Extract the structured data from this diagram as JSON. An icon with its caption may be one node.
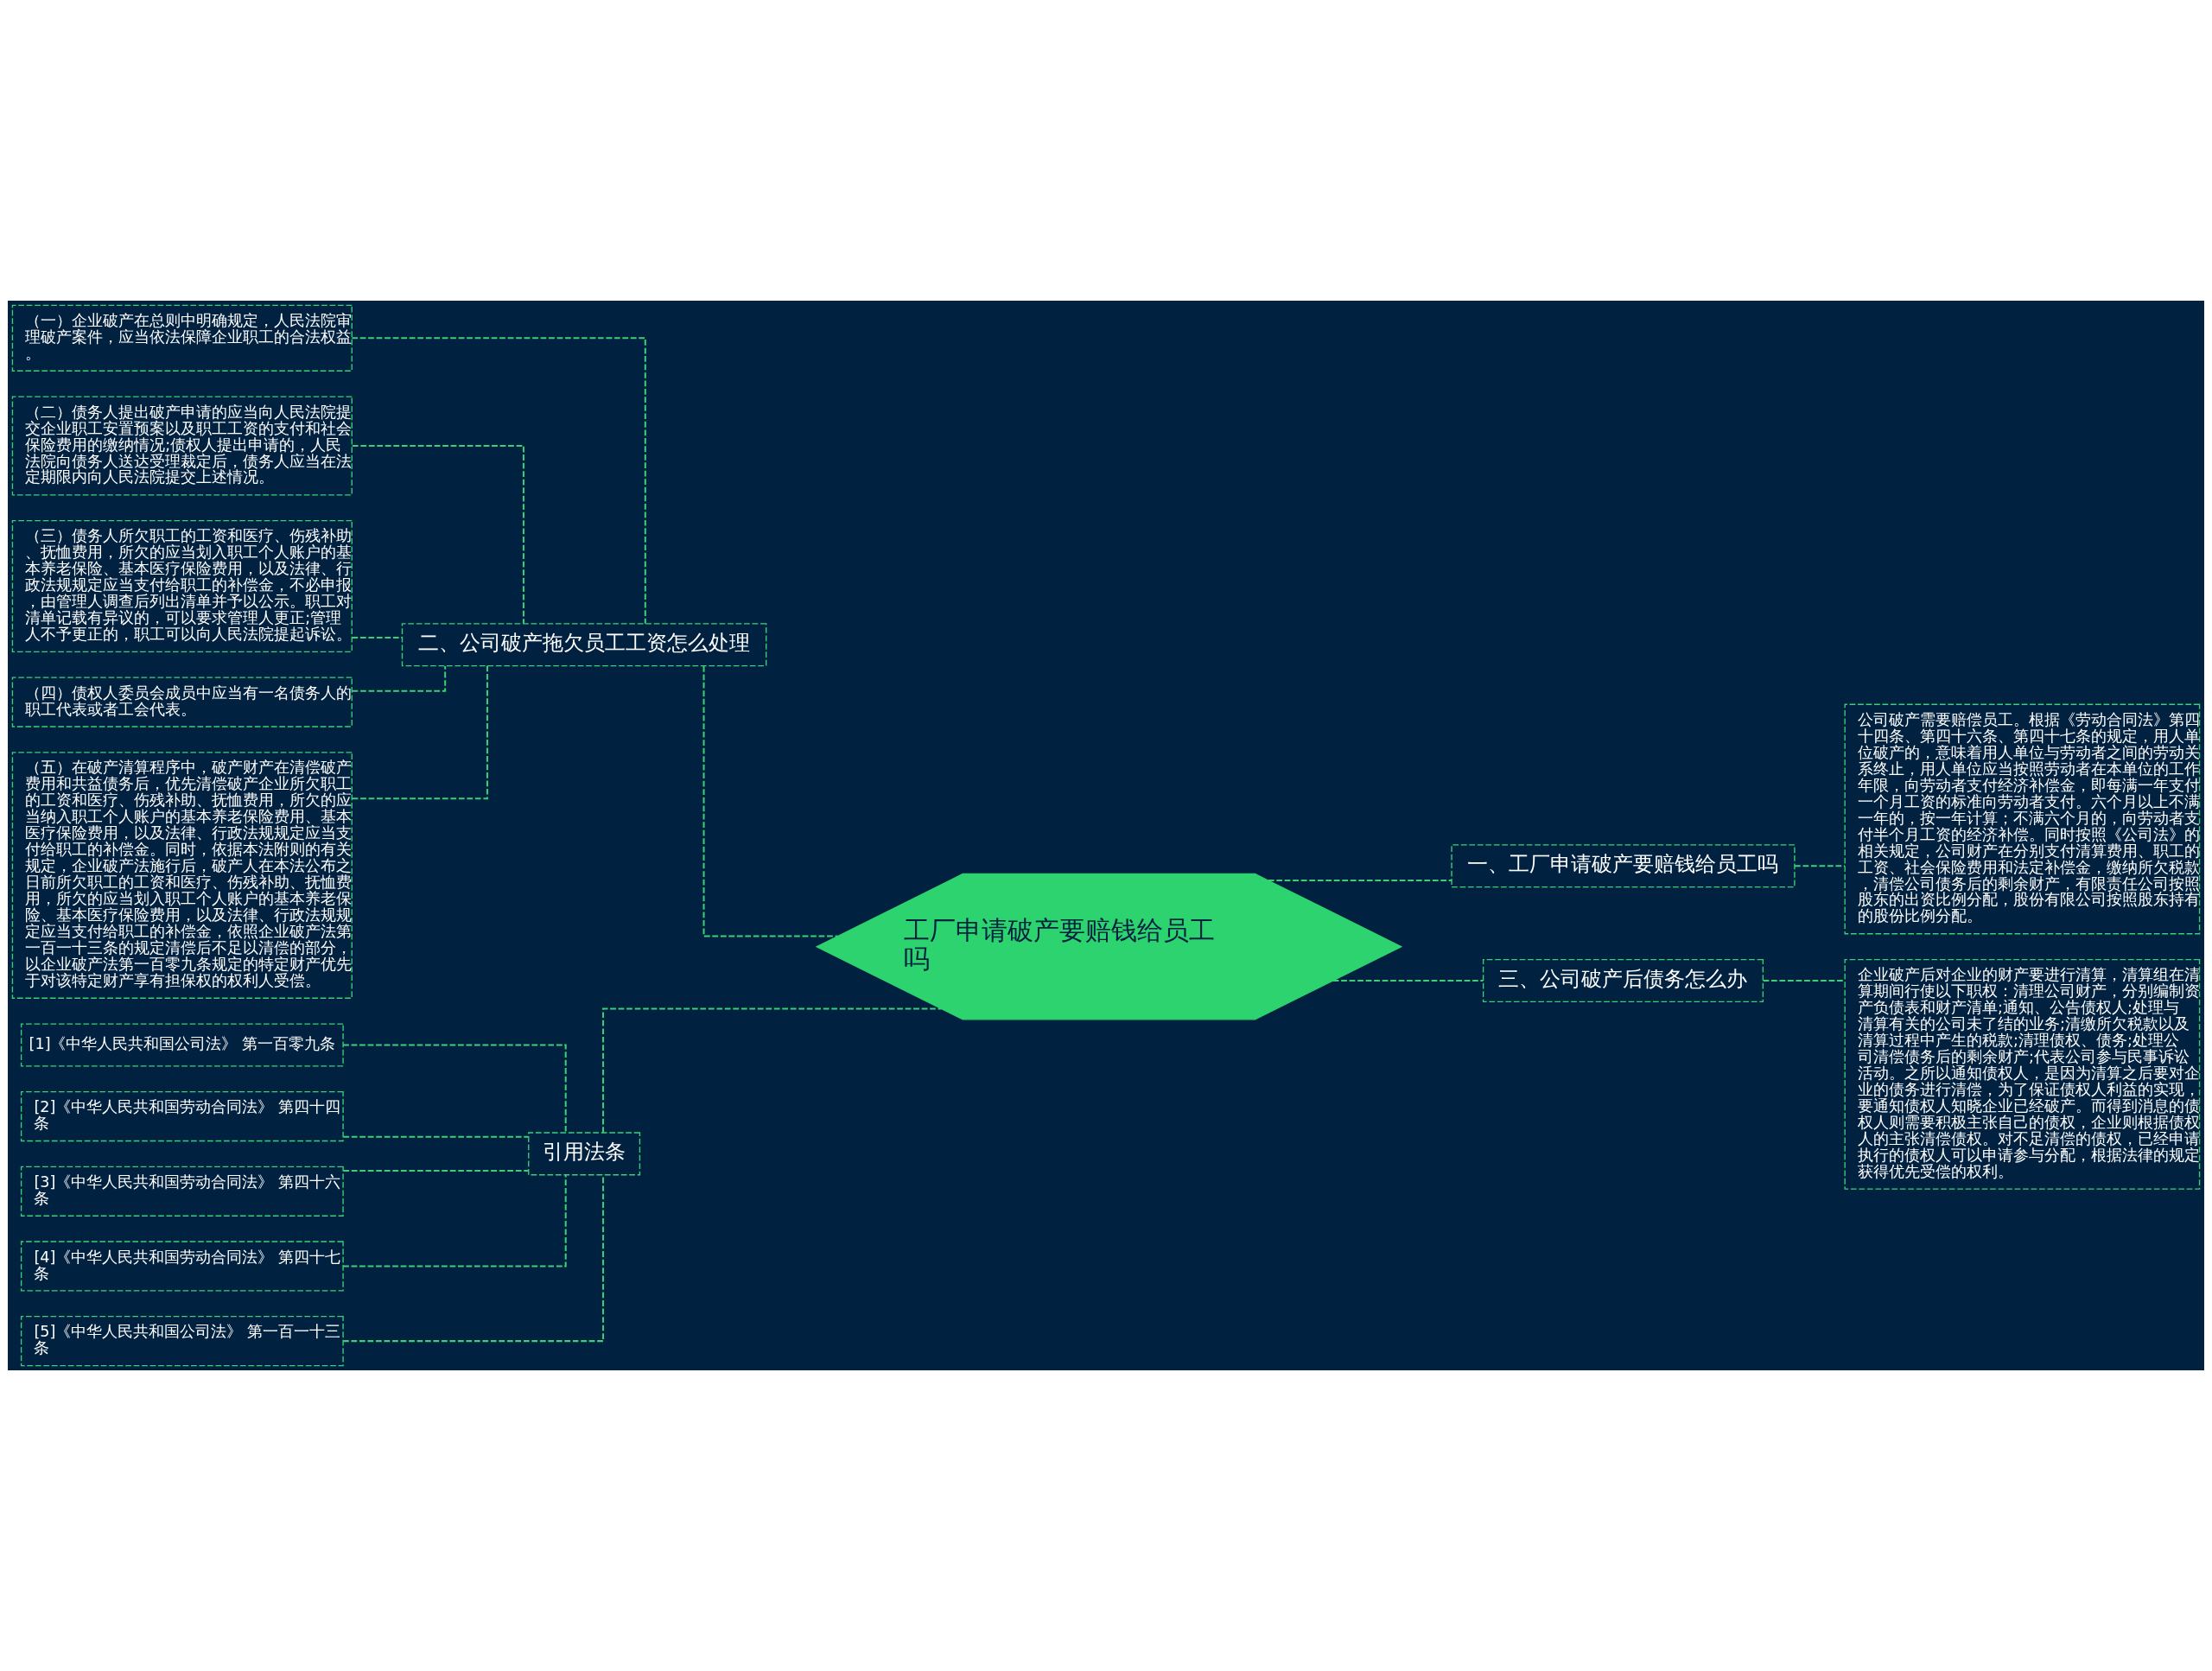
{
  "diagram": {
    "nodes": [
      {
        "text": [
          "工厂申请破产要赔钱给员工吗"
        ]
      },
      {
        "text": [
          "一、工厂申请破产要赔钱给员工吗"
        ]
      },
      {
        "text": [
          "公司破产需要赔偿员工。根据《劳动合同法》第四十四条、第四十六条、第四十七条的规定，用人单位破产的，意味着用人单位与劳动者之间的劳动关系终止，用人单位应当按照劳动者在本单位的工作年限，向劳动者支付经济补偿金，即每满一年支付一个月工资的标准向劳动者支付。六个月以上不满一年的，按一年计算；不满六个月的，向劳动者支付半个月工资的经济补偿。同时按照《公司法》的相关规定，公司财产在分别支付清算费用、职工的工资、社会保险费用和法定补偿金，缴纳所欠税款，清偿公司债务后的剩余财产，有限责任公司按照股东的出资比例分配，股份有限公司按照股东持有的股份比例分配。"
        ]
      },
      {
        "text": [
          "三、公司破产后债务怎么办"
        ]
      },
      {
        "text": [
          "企业破产后对企业的财产要进行清算，清算组在清算期间行使以下职权：清理公司财产，分别编制资产负债表和财产清单;通知、公告债权人;处理与清算有关的公司未了结的业务;清缴所欠税款以及清算过程中产生的税款;清理债权、债务;处理公司清偿债务后的剩余财产;代表公司参与民事诉讼活动。之所以通知债权人，是因为清算之后要对企业的债务进行清偿，为了保证债权人利益的实现，要通知债权人知晓企业已经破产。而得到消息的债权人则需要积极主张自己的债权，企业则根据债权人的主张清偿债权。对不足清偿的债权，已经申请执行的债权人可以申请参与分配，根据法律的规定获得优先受偿的权利。"
        ]
      },
      {
        "text": [
          "二、公司破产拖欠员工工资怎么处理"
        ]
      },
      {
        "text": [
          "（一）企业破产在总则中明确规定，人民法院审理破产案件，应当依法保障企业职工的合法权益。"
        ]
      },
      {
        "text": [
          "（二）债务人提出破产申请的应当向人民法院提交企业职工安置预案以及职工工资的支付和社会保险费用的缴纳情况;债权人提出申请的，人民法院向债务人送达受理裁定后，债务人应当在法定期限内向人民法院提交上述情况。"
        ]
      },
      {
        "text": [
          "（三）债务人所欠职工的工资和医疗、伤残补助、抚恤费用，所欠的应当划入职工个人账户的基本养老保险、基本医疗保险费用，以及法律、行政法规规定应当支付给职工的补偿金，不必申报，由管理人调查后列出清单并予以公示。职工对清单记载有异议的，可以要求管理人更正;管理人不予更正的，职工可以向人民法院提起诉讼。"
        ]
      },
      {
        "text": [
          "（四）债权人委员会成员中应当有一名债务人的职工代表或者工会代表。"
        ]
      },
      {
        "text": [
          "（五）在破产清算程序中，破产财产在清偿破产费用和共益债务后，优先清偿破产企业所欠职工的工资和医疗、伤残补助、抚恤费用，所欠的应当纳入职工个人账户的基本养老保险费用、基本医疗保险费用，以及法律、行政法规规定应当支付给职工的补偿金。同时，依据本法附则的有关规定，企业破产法施行后，破产人在本法公布之日前所欠职工的工资和医疗、伤残补助、抚恤费用，所欠的应当划入职工个人账户的基本养老保险、基本医疗保险费用，以及法律、行政法规规定应当支付给职工的补偿金，依照企业破产法第一百一十三条的规定清偿后不足以清偿的部分，以企业破产法第一百零九条规定的特定财产优先于对该特定财产享有担保权的权利人受偿。"
        ]
      },
      {
        "text": [
          "引用法条"
        ]
      },
      {
        "text": [
          "[1]《中华人民共和国公司法》 第一百零九条"
        ]
      },
      {
        "text": [
          "[2]《中华人民共和国劳动合同法》 第四十四条"
        ]
      },
      {
        "text": [
          "[3]《中华人民共和国劳动合同法》 第四十六条"
        ]
      },
      {
        "text": [
          "[4]《中华人民共和国劳动合同法》 第四十七条"
        ]
      },
      {
        "text": [
          "[5]《中华人民共和国公司法》 第一百一十三条"
        ]
      }
    ],
    "edges": [
      {
        "from": 0,
        "to": 1,
        "arrow": "none",
        "style": "dashed"
      },
      {
        "from": 1,
        "to": 2,
        "arrow": "none",
        "style": "dashed"
      },
      {
        "from": 0,
        "to": 3,
        "arrow": "none",
        "style": "dashed"
      },
      {
        "from": 3,
        "to": 4,
        "arrow": "none",
        "style": "dashed"
      },
      {
        "from": 0,
        "to": 5,
        "arrow": "none",
        "style": "dashed"
      },
      {
        "from": 5,
        "to": 6,
        "arrow": "none",
        "style": "dashed"
      },
      {
        "from": 5,
        "to": 7,
        "arrow": "none",
        "style": "dashed"
      },
      {
        "from": 5,
        "to": 8,
        "arrow": "none",
        "style": "dashed"
      },
      {
        "from": 5,
        "to": 9,
        "arrow": "none",
        "style": "dashed"
      },
      {
        "from": 5,
        "to": 10,
        "arrow": "none",
        "style": "dashed"
      },
      {
        "from": 0,
        "to": 11,
        "arrow": "none",
        "style": "dashed"
      },
      {
        "from": 11,
        "to": 12,
        "arrow": "none",
        "style": "dashed"
      },
      {
        "from": 11,
        "to": 13,
        "arrow": "none",
        "style": "dashed"
      },
      {
        "from": 11,
        "to": 14,
        "arrow": "none",
        "style": "dashed"
      },
      {
        "from": 11,
        "to": 15,
        "arrow": "none",
        "style": "dashed"
      },
      {
        "from": 11,
        "to": 16,
        "arrow": "none",
        "style": "dashed"
      }
    ]
  }
}
